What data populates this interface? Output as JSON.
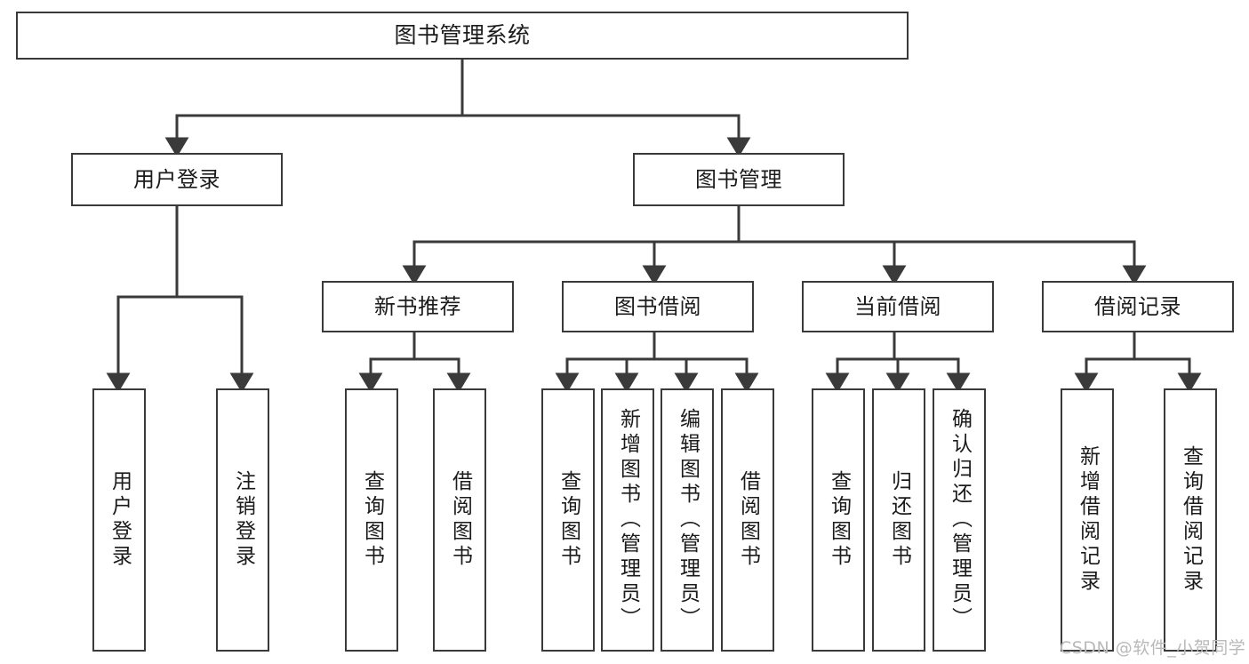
{
  "diagram": {
    "type": "tree",
    "title": "图书管理系统",
    "root": {
      "label": "图书管理系统"
    },
    "level_two": [
      {
        "label": "用户登录"
      },
      {
        "label": "图书管理"
      }
    ],
    "level_three": [
      {
        "label": "新书推荐"
      },
      {
        "label": "图书借阅"
      },
      {
        "label": "当前借阅"
      },
      {
        "label": "借阅记录"
      }
    ],
    "leaves": {
      "user_login": [
        {
          "label": "用户登录"
        },
        {
          "label": "注销登录"
        }
      ],
      "new_book_recommend": [
        {
          "label": "查询图书"
        },
        {
          "label": "借阅图书"
        }
      ],
      "book_borrow": [
        {
          "label": "查询图书"
        },
        {
          "label": "新增图书（管理员）"
        },
        {
          "label": "编辑图书（管理员）"
        },
        {
          "label": "借阅图书"
        }
      ],
      "current_borrow": [
        {
          "label": "查询图书"
        },
        {
          "label": "归还图书"
        },
        {
          "label": "确认归还（管理员）"
        }
      ],
      "borrow_record": [
        {
          "label": "新增借阅记录"
        },
        {
          "label": "查询借阅记录"
        }
      ]
    },
    "colors": {
      "stroke": "#3a3a3a",
      "background": "#ffffff",
      "text": "#1b1b1b",
      "watermark": "#b9b9b9"
    }
  },
  "watermark": {
    "text": "CSDN @软件_小贺同学"
  }
}
